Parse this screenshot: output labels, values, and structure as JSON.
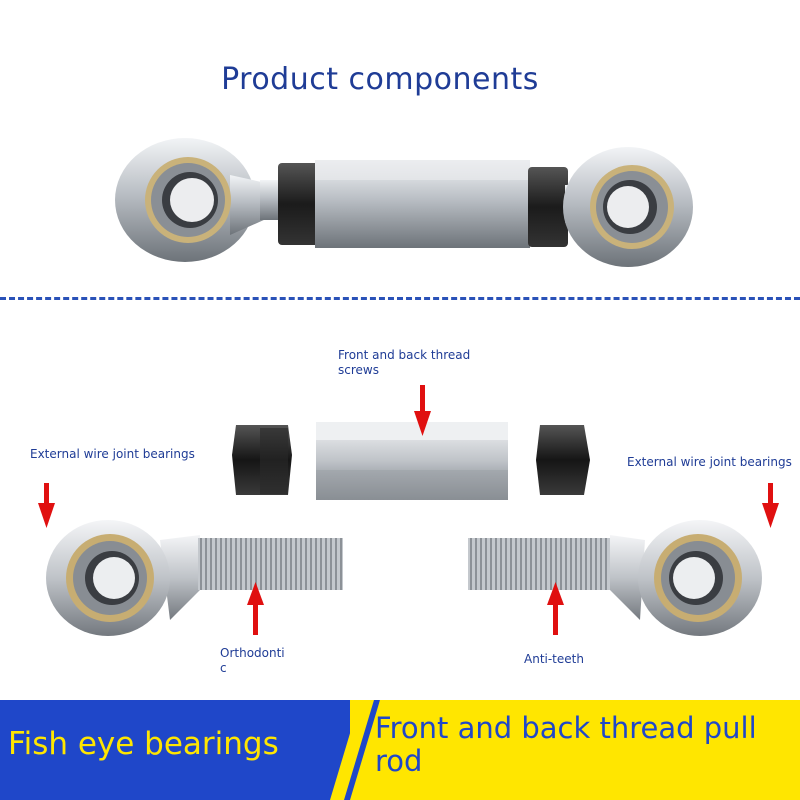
{
  "header": {
    "title": "Product components"
  },
  "labels": {
    "center_top": "Front and back thread screws",
    "left_bearing": "External wire joint bearings",
    "right_bearing": "External wire joint bearings",
    "left_thread": "Orthodontic",
    "right_thread": "Anti-teeth"
  },
  "banner": {
    "left_text": "Fish eye bearings",
    "right_text": "Front and back thread pull rod"
  },
  "colors": {
    "title_blue": "#1f3c96",
    "divider_blue": "#2a52b8",
    "arrow_red": "#e01010",
    "banner_blue": "#1f47c9",
    "banner_yellow": "#ffe600"
  }
}
